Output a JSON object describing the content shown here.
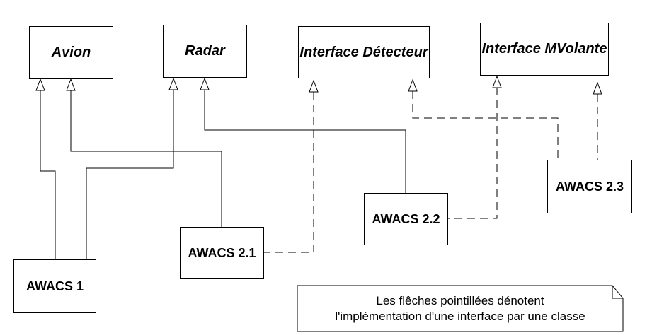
{
  "colors": {
    "line": "#000000",
    "background": "#ffffff",
    "text": "#000000"
  },
  "classes": {
    "avion": {
      "label": "Avion"
    },
    "radar": {
      "label": "Radar"
    },
    "interface_detecteur": {
      "label": "Interface Détecteur"
    },
    "interface_mvolante": {
      "label": "Interface MVolante"
    },
    "awacs1": {
      "label": "AWACS 1"
    },
    "awacs21": {
      "label": "AWACS 2.1"
    },
    "awacs22": {
      "label": "AWACS 2.2"
    },
    "awacs23": {
      "label": "AWACS 2.3"
    }
  },
  "edges": [
    {
      "from": "AWACS 1",
      "to": "Avion",
      "style": "solid",
      "meaning": "inheritance"
    },
    {
      "from": "AWACS 1",
      "to": "Radar",
      "style": "solid",
      "meaning": "inheritance"
    },
    {
      "from": "AWACS 2.1",
      "to": "Avion",
      "style": "solid",
      "meaning": "inheritance"
    },
    {
      "from": "AWACS 2.2",
      "to": "Radar",
      "style": "solid",
      "meaning": "inheritance"
    },
    {
      "from": "AWACS 2.1",
      "to": "Interface Détecteur",
      "style": "dashed",
      "meaning": "interface implementation"
    },
    {
      "from": "AWACS 2.3",
      "to": "Interface Détecteur",
      "style": "dashed",
      "meaning": "interface implementation"
    },
    {
      "from": "AWACS 2.2",
      "to": "Interface MVolante",
      "style": "dashed",
      "meaning": "interface implementation"
    },
    {
      "from": "AWACS 2.3",
      "to": "Interface MVolante",
      "style": "dashed",
      "meaning": "interface implementation"
    }
  ],
  "note": {
    "lines": [
      "Les flêches pointillées dénotent",
      "l'implémentation d'une interface par une classe"
    ]
  }
}
